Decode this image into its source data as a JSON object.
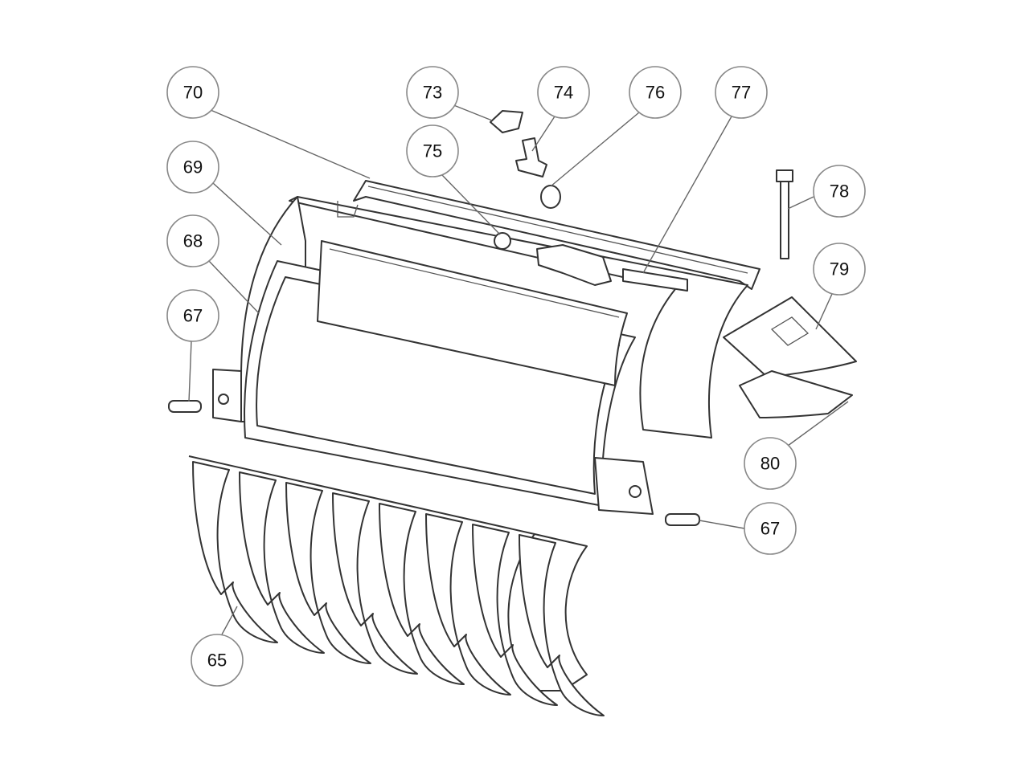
{
  "diagram": {
    "type": "exploded-parts-view",
    "callouts": [
      {
        "id": "70",
        "label": "70"
      },
      {
        "id": "73",
        "label": "73"
      },
      {
        "id": "74",
        "label": "74"
      },
      {
        "id": "76",
        "label": "76"
      },
      {
        "id": "77",
        "label": "77"
      },
      {
        "id": "75",
        "label": "75"
      },
      {
        "id": "69",
        "label": "69"
      },
      {
        "id": "78",
        "label": "78"
      },
      {
        "id": "68",
        "label": "68"
      },
      {
        "id": "79",
        "label": "79"
      },
      {
        "id": "67a",
        "label": "67"
      },
      {
        "id": "80",
        "label": "80"
      },
      {
        "id": "67b",
        "label": "67"
      },
      {
        "id": "65",
        "label": "65"
      }
    ]
  }
}
